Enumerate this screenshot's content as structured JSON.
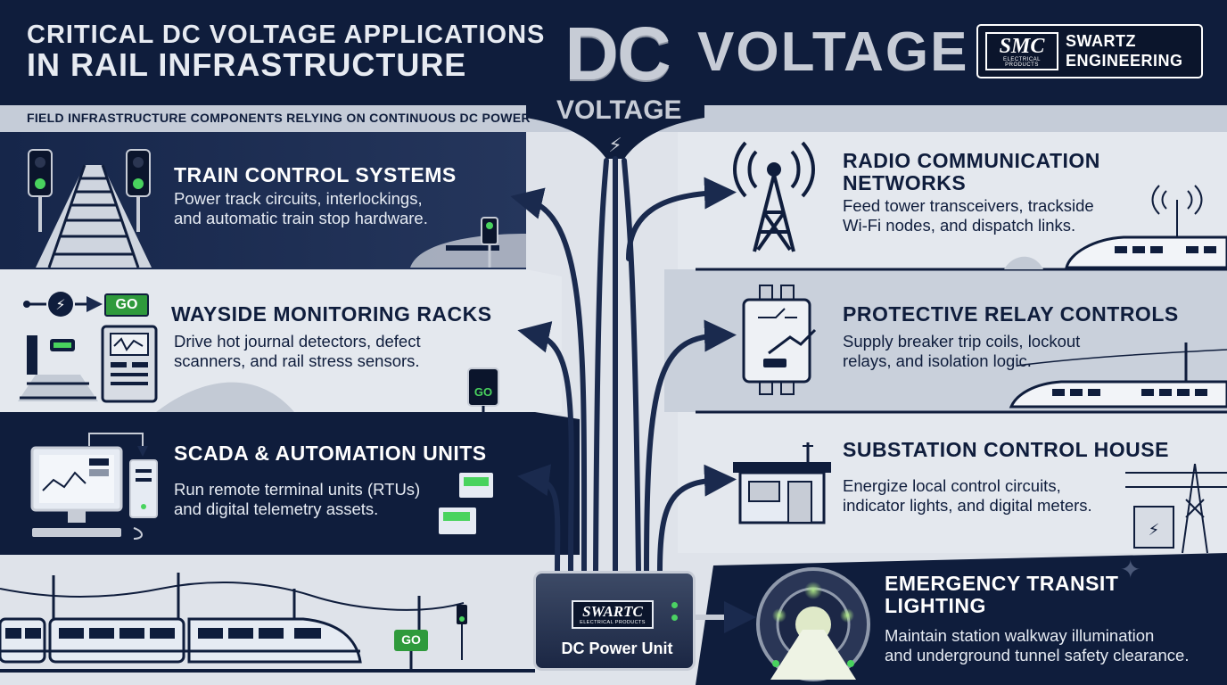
{
  "header": {
    "title_line1": "CRITICAL DC VOLTAGE APPLICATIONS",
    "title_line2": "IN RAIL INFRASTRUCTURE",
    "dc": "DC",
    "dc_sub": "VOLTAGE",
    "voltage": "VOLTAGE",
    "logo_mark": "SMC",
    "logo_mark_sub": "ELECTRICAL PRODUCTS",
    "logo_name_line1": "SWARTZ",
    "logo_name_line2": "ENGINEERING"
  },
  "subtitle": "FIELD INFRASTRUCTURE COMPONENTS RELYING ON CONTINUOUS DC POWER",
  "panels": [
    {
      "title": "TRAIN CONTROL SYSTEMS",
      "desc_line1": "Power track circuits, interlockings,",
      "desc_line2": "and automatic train stop hardware."
    },
    {
      "title": "WAYSIDE MONITORING RACKS",
      "desc_line1": "Drive hot journal detectors, defect",
      "desc_line2": "scanners, and rail stress sensors."
    },
    {
      "title": "SCADA & AUTOMATION UNITS",
      "desc_line1": "Run remote terminal units (RTUs)",
      "desc_line2": "and digital telemetry assets."
    },
    {
      "title_line1": "RADIO COMMUNICATION",
      "title_line2": "NETWORKS",
      "desc_line1": "Feed tower transceivers, trackside",
      "desc_line2": "Wi-Fi nodes, and dispatch links."
    },
    {
      "title": "PROTECTIVE RELAY CONTROLS",
      "desc_line1": "Supply breaker trip coils, lockout",
      "desc_line2": "relays, and isolation logic."
    },
    {
      "title": "SUBSTATION CONTROL HOUSE",
      "desc_line1": "Energize local control circuits,",
      "desc_line2": "indicator lights, and digital meters."
    },
    {
      "title_line1": "EMERGENCY TRANSIT",
      "title_line2": "LIGHTING",
      "desc_line1": "Maintain station walkway illumination",
      "desc_line2": "and underground tunnel safety clearance."
    }
  ],
  "signs": {
    "go": "GO"
  },
  "dc_unit": {
    "mark": "SWARTC",
    "mark_sub": "ELECTRICAL PRODUCTS",
    "label": "DC Power Unit"
  },
  "colors": {
    "navy": "#0f1d3c",
    "light_panel": "#e4e8ee",
    "green": "#2f9a3c",
    "accent_silver": "#c7ccd6"
  }
}
